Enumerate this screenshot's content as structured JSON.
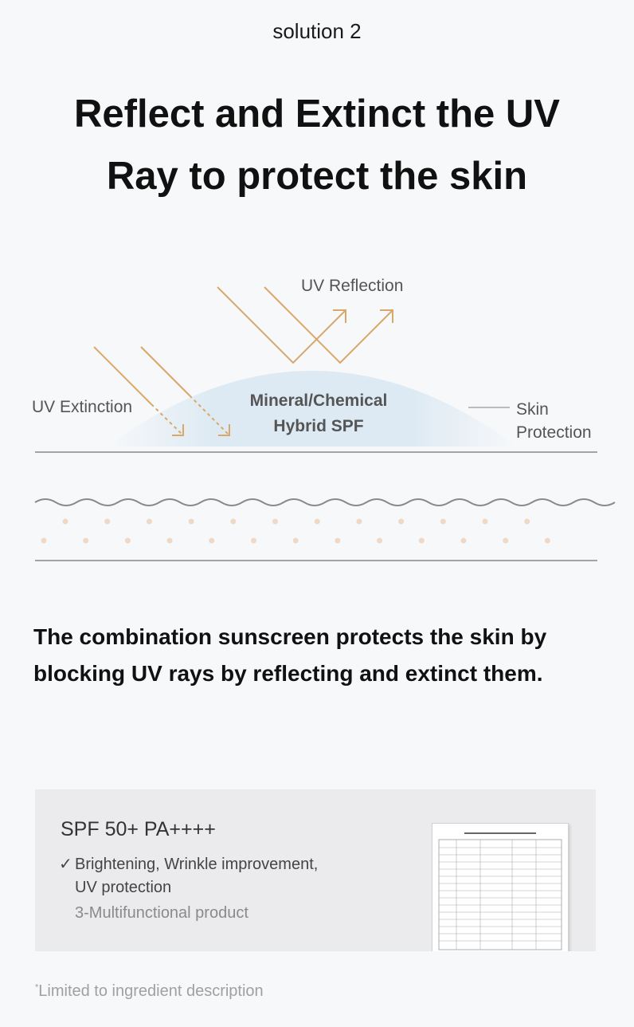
{
  "header": {
    "label": "solution 2",
    "title_line1": "Reflect and Extinct the UV",
    "title_line2": "Ray to protect the skin"
  },
  "diagram": {
    "uv_reflection_label": "UV Reflection",
    "uv_extinction_label": "UV Extinction",
    "hybrid_line1": "Mineral/Chemical",
    "hybrid_line2": "Hybrid SPF",
    "skin_line1": "Skin",
    "skin_line2": "Protection",
    "colors": {
      "ray": "#d9a76a",
      "skin_line": "#888888",
      "dots": "#efd9c4",
      "dome": "#dbe9f2"
    }
  },
  "description": "The combination sunscreen protects the skin by blocking UV rays by reflecting and extinct them.",
  "panel": {
    "spf": "SPF 50+ PA++++",
    "check": "✓",
    "benefit_line1": "Brightening, Wrinkle improvement,",
    "benefit_line2": "UV protection",
    "multifunctional": "3-Multifunctional product"
  },
  "footnote": {
    "mark": "*",
    "text": "Limited to ingredient description"
  }
}
